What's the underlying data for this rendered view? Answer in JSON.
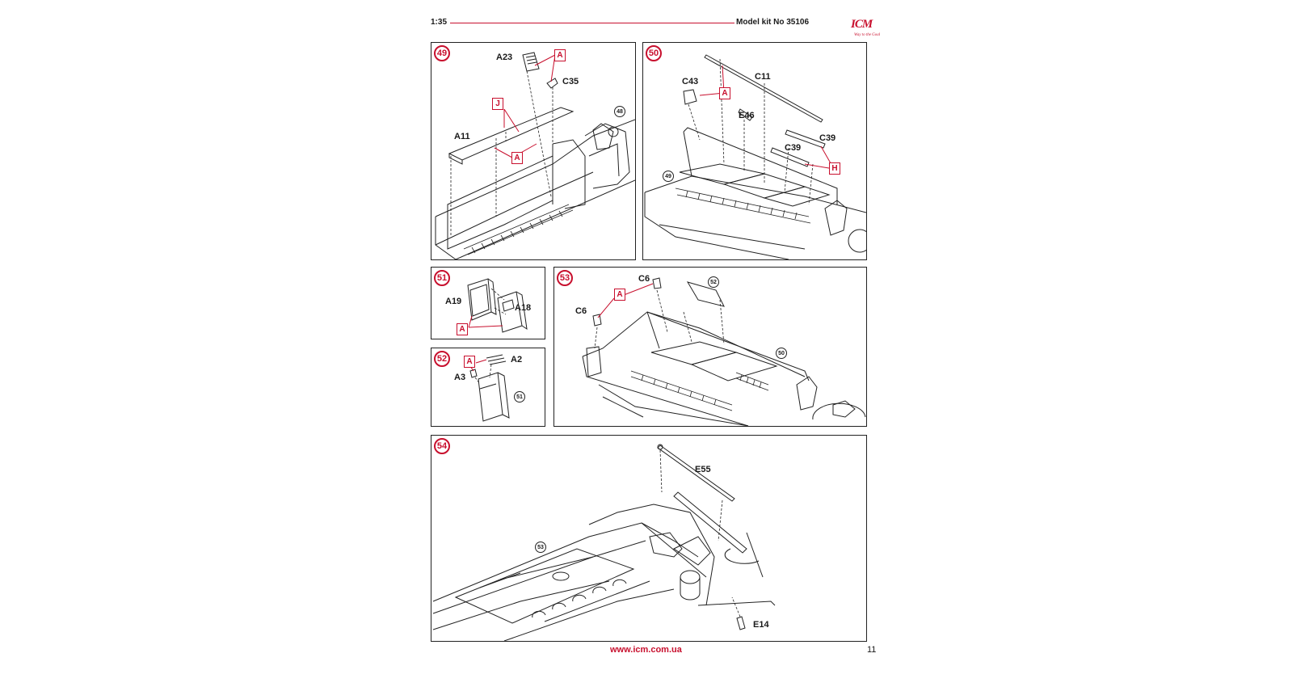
{
  "header": {
    "scale": "1:35",
    "kit_label": "Model kit No 35106",
    "logo": "ICM",
    "logo_tagline": "Way to the Goal"
  },
  "footer": {
    "url": "www.icm.com.ua",
    "page_number": "11"
  },
  "steps": {
    "s49": {
      "number": "49",
      "parts": [
        "A23",
        "C35",
        "A11"
      ],
      "tags": [
        "A",
        "J",
        "A"
      ],
      "ref": "48"
    },
    "s50": {
      "number": "50",
      "parts": [
        "C11",
        "C43",
        "E46",
        "C39",
        "C39"
      ],
      "tags": [
        "A",
        "H"
      ],
      "ref": "49"
    },
    "s51": {
      "number": "51",
      "parts": [
        "A19",
        "A18"
      ],
      "tags": [
        "A"
      ]
    },
    "s52": {
      "number": "52",
      "parts": [
        "A2",
        "A3"
      ],
      "tags": [
        "A"
      ],
      "ref": "51"
    },
    "s53": {
      "number": "53",
      "parts": [
        "C6",
        "C6"
      ],
      "tags": [
        "A"
      ],
      "refs": [
        "52",
        "50"
      ]
    },
    "s54": {
      "number": "54",
      "parts": [
        "E55",
        "E14"
      ],
      "ref": "53"
    }
  },
  "colors": {
    "accent": "#c8102e",
    "line": "#222222"
  }
}
